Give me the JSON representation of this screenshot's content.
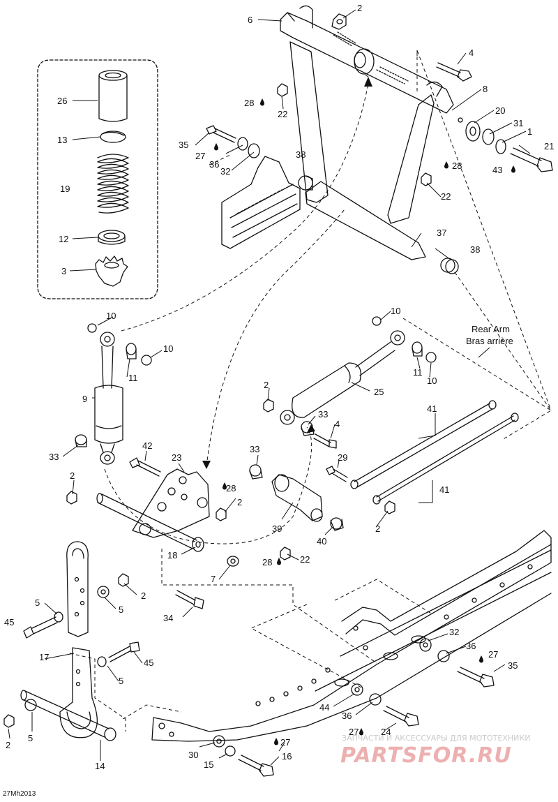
{
  "diagram_code": "27Mh2013",
  "annotation": {
    "line1": "Rear Arm",
    "line2": "Bras arrière"
  },
  "watermark": {
    "tagline": "ЗАПЧАСТИ И АКСЕССУАРЫ ДЛЯ МОТОТЕХНИКИ",
    "brand": "PARTSFOR.RU"
  },
  "callouts": [
    {
      "id": "c-6",
      "text": "6"
    },
    {
      "id": "c-2a",
      "text": "2"
    },
    {
      "id": "c-4a",
      "text": "4"
    },
    {
      "id": "c-8",
      "text": "8"
    },
    {
      "id": "c-28a",
      "text": "28"
    },
    {
      "id": "c-22a",
      "text": "22"
    },
    {
      "id": "c-20",
      "text": "20"
    },
    {
      "id": "c-31",
      "text": "31"
    },
    {
      "id": "c-1",
      "text": "1"
    },
    {
      "id": "c-35a",
      "text": "35"
    },
    {
      "id": "c-27a",
      "text": "27"
    },
    {
      "id": "c-36a",
      "text": "36"
    },
    {
      "id": "c-32a",
      "text": "32"
    },
    {
      "id": "c-38a",
      "text": "38"
    },
    {
      "id": "c-21",
      "text": "21"
    },
    {
      "id": "c-43",
      "text": "43"
    },
    {
      "id": "c-28b",
      "text": "28"
    },
    {
      "id": "c-22b",
      "text": "22"
    },
    {
      "id": "c-37",
      "text": "37"
    },
    {
      "id": "c-38b",
      "text": "38"
    },
    {
      "id": "c-26",
      "text": "26"
    },
    {
      "id": "c-13",
      "text": "13"
    },
    {
      "id": "c-19",
      "text": "19"
    },
    {
      "id": "c-12",
      "text": "12"
    },
    {
      "id": "c-3",
      "text": "3"
    },
    {
      "id": "c-10a",
      "text": "10"
    },
    {
      "id": "c-10b",
      "text": "10"
    },
    {
      "id": "c-11a",
      "text": "11"
    },
    {
      "id": "c-9",
      "text": "9"
    },
    {
      "id": "c-33a",
      "text": "33"
    },
    {
      "id": "c-10c",
      "text": "10"
    },
    {
      "id": "c-11b",
      "text": "11"
    },
    {
      "id": "c-10d",
      "text": "10"
    },
    {
      "id": "c-2b",
      "text": "2"
    },
    {
      "id": "c-25",
      "text": "25"
    },
    {
      "id": "c-33b",
      "text": "33"
    },
    {
      "id": "c-4b",
      "text": "4"
    },
    {
      "id": "c-41a",
      "text": "41"
    },
    {
      "id": "c-42",
      "text": "42"
    },
    {
      "id": "c-23",
      "text": "23"
    },
    {
      "id": "c-28c",
      "text": "28"
    },
    {
      "id": "c-2c",
      "text": "2"
    },
    {
      "id": "c-2d",
      "text": "2"
    },
    {
      "id": "c-33c",
      "text": "33"
    },
    {
      "id": "c-29",
      "text": "29"
    },
    {
      "id": "c-41b",
      "text": "41"
    },
    {
      "id": "c-39",
      "text": "39"
    },
    {
      "id": "c-40",
      "text": "40"
    },
    {
      "id": "c-2e",
      "text": "2"
    },
    {
      "id": "c-18",
      "text": "18"
    },
    {
      "id": "c-28d",
      "text": "28"
    },
    {
      "id": "c-22c",
      "text": "22"
    },
    {
      "id": "c-7",
      "text": "7"
    },
    {
      "id": "c-2f",
      "text": "2"
    },
    {
      "id": "c-5a",
      "text": "5"
    },
    {
      "id": "c-5b",
      "text": "5"
    },
    {
      "id": "c-34",
      "text": "34"
    },
    {
      "id": "c-45a",
      "text": "45"
    },
    {
      "id": "c-17",
      "text": "17"
    },
    {
      "id": "c-45b",
      "text": "45"
    },
    {
      "id": "c-5c",
      "text": "5"
    },
    {
      "id": "c-32b",
      "text": "32"
    },
    {
      "id": "c-36b",
      "text": "36"
    },
    {
      "id": "c-27b",
      "text": "27"
    },
    {
      "id": "c-35b",
      "text": "35"
    },
    {
      "id": "c-44",
      "text": "44"
    },
    {
      "id": "c-36c",
      "text": "36"
    },
    {
      "id": "c-27c",
      "text": "27"
    },
    {
      "id": "c-24",
      "text": "24"
    },
    {
      "id": "c-2g",
      "text": "2"
    },
    {
      "id": "c-5d",
      "text": "5"
    },
    {
      "id": "c-30",
      "text": "30"
    },
    {
      "id": "c-27d",
      "text": "27"
    },
    {
      "id": "c-16",
      "text": "16"
    },
    {
      "id": "c-15",
      "text": "15"
    },
    {
      "id": "c-14",
      "text": "14"
    }
  ]
}
